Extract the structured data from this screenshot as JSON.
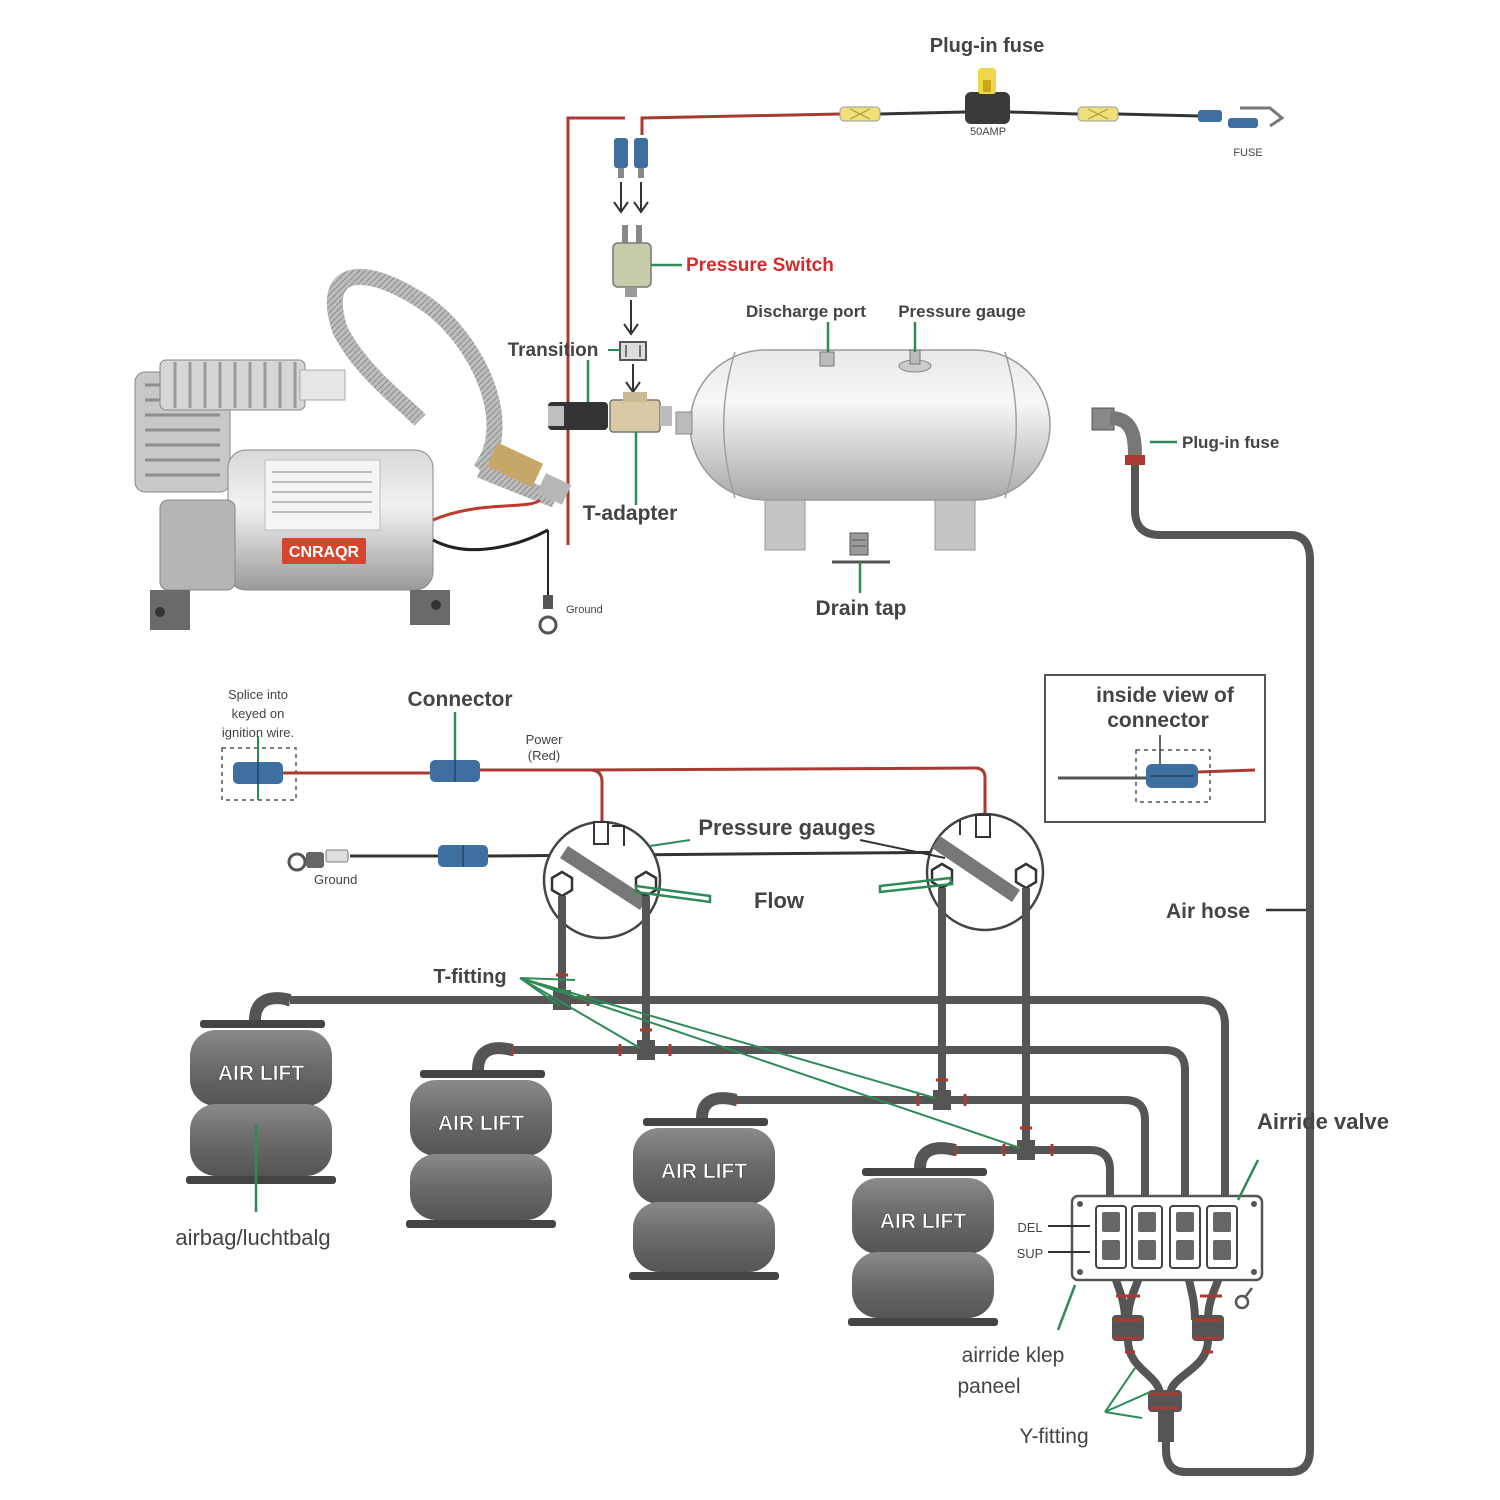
{
  "colors": {
    "hose": "#555555",
    "wire_red": "#a83a32",
    "wire_dark": "#333333",
    "leader": "#2e8b57",
    "label": "#444444",
    "label_red": "#d42b2b",
    "metal": "#c9c9c9",
    "connector_blue": "#3f6fa0"
  },
  "labels": {
    "plug_in_fuse_top": "Plug-in fuse",
    "amp_50": "50AMP",
    "fuse_small": "FUSE",
    "pressure_switch": "Pressure Switch",
    "discharge_port": "Discharge port",
    "pressure_gauge": "Pressure gauge",
    "transition": "Transition",
    "t_adapter": "T-adapter",
    "plug_in_fuse_right": "Plug-in fuse",
    "ground_top": "Ground",
    "drain_tap": "Drain tap",
    "compressor_brand": "CNRAQR",
    "splice_line1": "Splice into",
    "splice_line2": "keyed on",
    "splice_line3": "ignition wire.",
    "connector": "Connector",
    "power_line1": "Power",
    "power_line2": "(Red)",
    "inside_view_line1": "inside view of",
    "inside_view_line2": "connector",
    "pressure_gauges": "Pressure gauges",
    "ground_mid": "Ground",
    "flow": "Flow",
    "air_hose": "Air hose",
    "t_fitting": "T-fitting",
    "airbag_label": "airbag/luchtbalg",
    "airbag_brand": "AIR LIFT",
    "airride_valve": "Airride valve",
    "del": "DEL",
    "sup": "SUP",
    "panel_line1": "airride klep",
    "panel_line2": "paneel",
    "y_fitting": "Y-fitting"
  }
}
